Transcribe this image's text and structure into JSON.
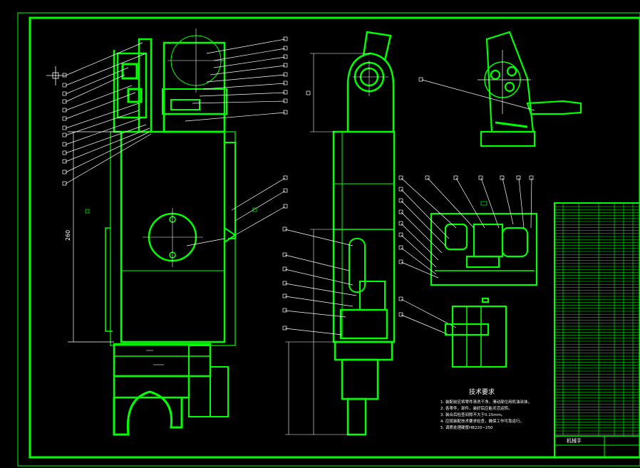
{
  "drawing": {
    "background_color": "#000000",
    "line_color": "#00ff00",
    "annotation_color": "#ffffff",
    "dimension_height": "260",
    "tech_req_title": "技术要求",
    "tech_req_items": [
      "1. 装配前应将零件清洗干净，滑动部位用机油涂抹。",
      "2. 各零件，部件，装好后应能灵活运转。",
      "3. 装合后检查间隙不大于0.15mm。",
      "4. 应按装配技术要求检查，确保工作可靠运行。",
      "5. 调质处理硬度HB220~250"
    ],
    "title_block_label": "机械手"
  }
}
